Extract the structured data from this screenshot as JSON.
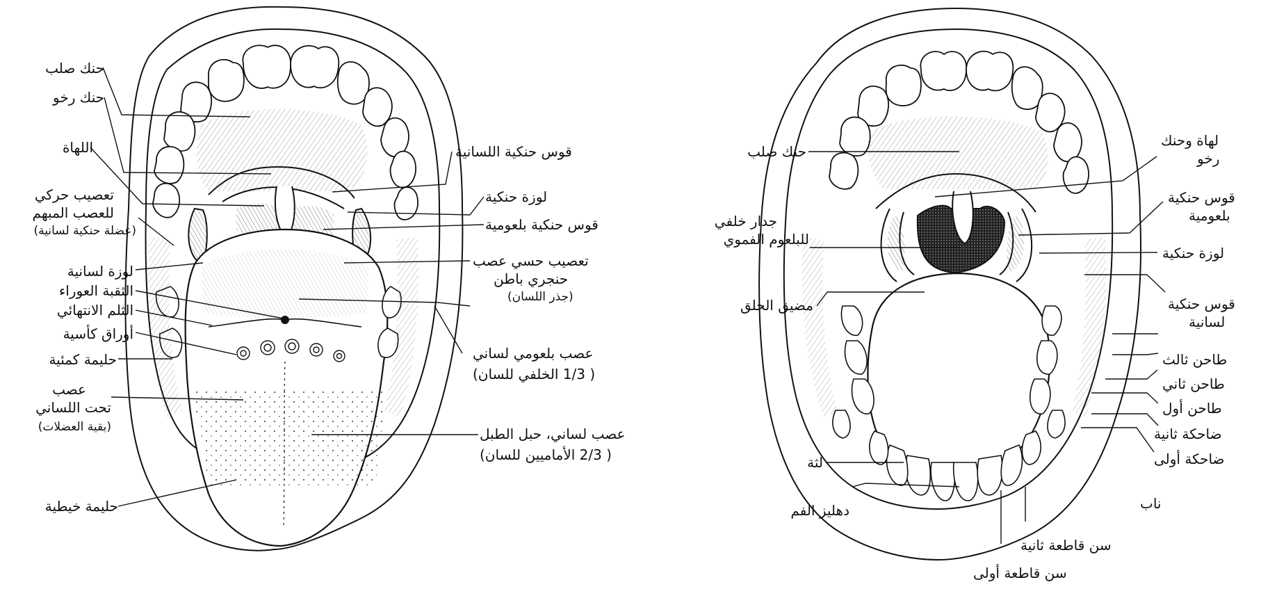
{
  "left_diagram": {
    "labels": {
      "hard_palate": "حنك صلب",
      "soft_palate": "حنك رخو",
      "uvula": "اللهاة",
      "motor_line1": "تعصيب حركي",
      "motor_line2": "للعصب المبهم",
      "motor_line3": "(عضلة حنكية لسانية)",
      "lingual_tonsil": "لوزة لسانية",
      "foramen_cecum": "الثقبة العوراء",
      "terminal_sulcus": "الثلم الانتهائي",
      "foliate_papillae": "أوراق كأسية",
      "fungiform_papilla": "حليمة كمئية",
      "hypoglossal_line1": "عصب",
      "hypoglossal_line2": "تحت اللساني",
      "hypoglossal_line3": "(بقية العضلات)",
      "filiform_papilla": "حليمة خيطية",
      "palatoglossal_arch": "قوس حنكية اللسانية",
      "palatine_tonsil": "لوزة حنكية",
      "palatopharyngeal_arch": "قوس حنكية بلعومية",
      "sensory_line1": "تعصيب حسي عصب",
      "sensory_line2": "حنجري باطن",
      "sensory_line3": "(جذر اللسان)",
      "glossopharyngeal_line1": "عصب بلعومي لساني",
      "glossopharyngeal_line2": "( 1/3 الخلفي للسان)",
      "lingual_line1": "عصب لساني، حبل الطبل",
      "lingual_line2": "( 2/3 الأماميين للسان)"
    }
  },
  "right_diagram": {
    "labels": {
      "hard_palate": "حنك صلب",
      "pharynx_line1": "جدار خلفي",
      "pharynx_line2": "للبلعوم الفموي",
      "isthmus": "مضيق الحلق",
      "gum": "لثة",
      "vestibule": "دهليز الفم",
      "uvula_line1": "لهاة وحنك",
      "uvula_line2": "رخو",
      "pp_arch_line1": "قوس حنكية",
      "pp_arch_line2": "بلعومية",
      "palatine_tonsil": "لوزة حنكية",
      "pg_arch_line1": "قوس حنكية",
      "pg_arch_line2": "لسانية",
      "third_molar": "طاحن ثالث",
      "second_molar": "طاحن ثاني",
      "first_molar": "طاحن أول",
      "second_premolar": "ضاحكة ثانية",
      "first_premolar": "ضاحكة أولى",
      "canine": "ناب",
      "lateral_incisor": "سن قاطعة ثانية",
      "central_incisor": "سن قاطعة أولى"
    }
  }
}
